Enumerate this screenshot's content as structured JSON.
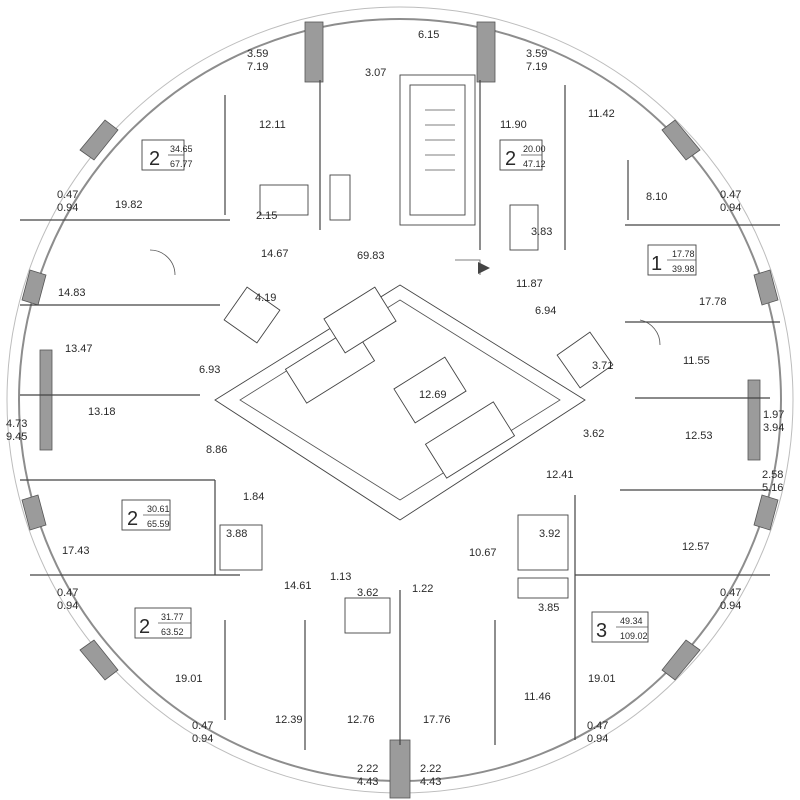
{
  "apartments": [
    {
      "rooms": "2",
      "living": "34.65",
      "total": "67.77"
    },
    {
      "rooms": "2",
      "living": "20.00",
      "total": "47.12"
    },
    {
      "rooms": "1",
      "living": "17.78",
      "total": "39.98"
    },
    {
      "rooms": "2",
      "living": "30.61",
      "total": "65.59"
    },
    {
      "rooms": "2",
      "living": "31.77",
      "total": "63.52"
    },
    {
      "rooms": "3",
      "living": "49.34",
      "total": "109.02"
    }
  ],
  "balconies": [
    {
      "a": "3.59",
      "b": "7.19"
    },
    {
      "a": "3.59",
      "b": "7.19"
    },
    {
      "a": "0.47",
      "b": "0.94"
    },
    {
      "a": "0.47",
      "b": "0.94"
    },
    {
      "a": "4.73",
      "b": "9.45"
    },
    {
      "a": "1.97",
      "b": "3.94"
    },
    {
      "a": "2.58",
      "b": "5.16"
    },
    {
      "a": "0.47",
      "b": "0.94"
    },
    {
      "a": "0.47",
      "b": "0.94"
    },
    {
      "a": "0.47",
      "b": "0.94"
    },
    {
      "a": "0.47",
      "b": "0.94"
    },
    {
      "a": "2.22",
      "b": "4.43"
    },
    {
      "a": "2.22",
      "b": "4.43"
    }
  ],
  "rooms": [
    "6.15",
    "3.07",
    "12.11",
    "11.90",
    "11.42",
    "19.82",
    "2.15",
    "8.10",
    "3.83",
    "14.67",
    "69.83",
    "11.87",
    "14.83",
    "4.19",
    "17.78",
    "6.94",
    "13.47",
    "3.71",
    "11.55",
    "6.93",
    "12.69",
    "13.18",
    "3.62",
    "12.53",
    "8.86",
    "12.41",
    "1.84",
    "3.88",
    "3.92",
    "12.57",
    "17.43",
    "10.67",
    "1.13",
    "14.61",
    "3.62",
    "1.22",
    "3.85",
    "19.01",
    "19.01",
    "11.46",
    "12.39",
    "12.76",
    "17.76"
  ]
}
